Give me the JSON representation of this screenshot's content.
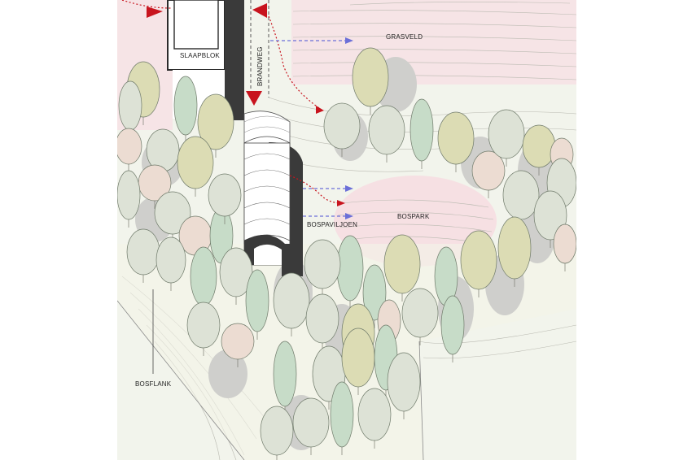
{
  "labels": {
    "slaapblok": "SLAAPBLOK",
    "brandweg": "BRANDWEG",
    "grasveld": "GRASVELD",
    "bospark": "BOSPARK",
    "bospaviljoen": "BOSPAVILJOEN",
    "bosflank": "BOSFLANK"
  },
  "colors": {
    "meadow": "#f6e4e6",
    "forest_floor": "#eef2e4",
    "building": "#3a3a3a",
    "arrow_red": "#c8141e",
    "arrow_blue": "#6b6fd8",
    "tree_green": "#c7dcc8",
    "tree_olive": "#dcdcb4",
    "tree_grey": "#dde2d6",
    "tree_pink": "#ecdcd2",
    "shadow": "#c9c9c6"
  }
}
